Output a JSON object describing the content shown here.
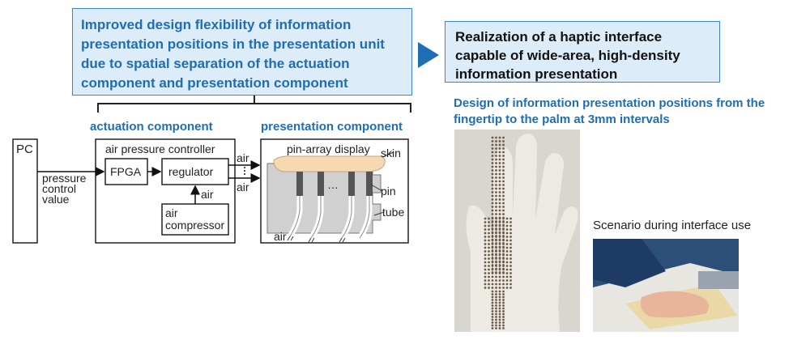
{
  "headline": "Improved design flexibility of information presentation positions in the presentation unit due to spatial separation of the actuation component and presentation component",
  "result": "Realization of a haptic interface capable of wide-area, high-density information presentation",
  "sections": {
    "actuation": "actuation component",
    "presentation": "presentation component"
  },
  "diagram": {
    "pc": "PC",
    "pressure_control_value": [
      "pressure",
      "control",
      "value"
    ],
    "air_pressure_controller": "air pressure controller",
    "fpga": "FPGA",
    "regulator": "regulator",
    "air_compressor": [
      "air",
      "compressor"
    ],
    "air": "air",
    "pin_array_display": "pin-array display",
    "skin": "skin",
    "pin": "pin",
    "tube": "tube",
    "ellipsis": "…"
  },
  "photo_caption": "Design of information presentation positions from the fingertip to the palm at 3mm intervals",
  "scenario_label": "Scenario during interface use",
  "colors": {
    "accent_blue": "#1f6eb5",
    "box_fill": "#dcecf8",
    "box_border": "#3a86c8",
    "arrow_blue": "#1f6eb5"
  }
}
